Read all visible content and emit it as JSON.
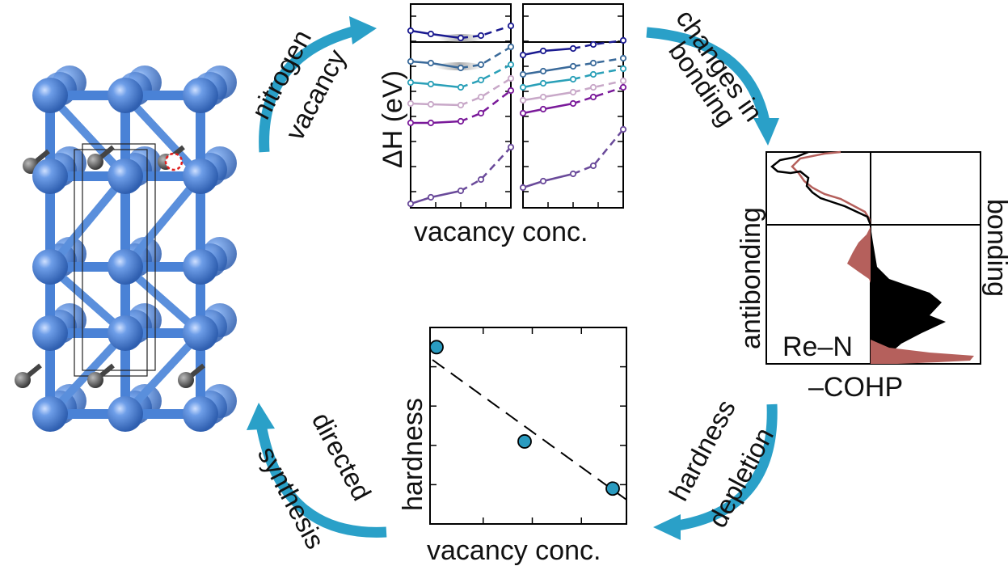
{
  "cycle_labels": {
    "top_left": [
      "nitrogen",
      "vacancy"
    ],
    "top_right": [
      "changes in",
      "bonding"
    ],
    "bottom_right": [
      "hardness",
      "depletion"
    ],
    "bottom_left": [
      "directed",
      "synthesis"
    ]
  },
  "colors": {
    "arrow": "#2aa0c8",
    "lattice_metal": "#4a82d6",
    "lattice_nitrogen": "#555555",
    "vacancy_marker": "#e02020",
    "cohp_red": "#b5605c",
    "cohp_black": "#000000",
    "hardness_points": "#2a9bc0"
  },
  "energy_plot": {
    "ylabel": "ΔH (eV)",
    "xlabel": "vacancy conc.",
    "series_colors": [
      "#1a1a90",
      "#3a6a9a",
      "#2aa0b8",
      "#c8a8c8",
      "#7a1a9a",
      "#6a4a9a"
    ]
  },
  "cohp_plot": {
    "left_label": "antibonding",
    "right_label": "bonding",
    "xlabel": "–COHP",
    "inset_label": "Re–N"
  },
  "hardness_plot": {
    "ylabel": "hardness",
    "xlabel": "vacancy conc.",
    "points": [
      {
        "x": 0.0,
        "y": 0.9
      },
      {
        "x": 0.5,
        "y": 0.42
      },
      {
        "x": 1.0,
        "y": 0.18
      }
    ]
  }
}
